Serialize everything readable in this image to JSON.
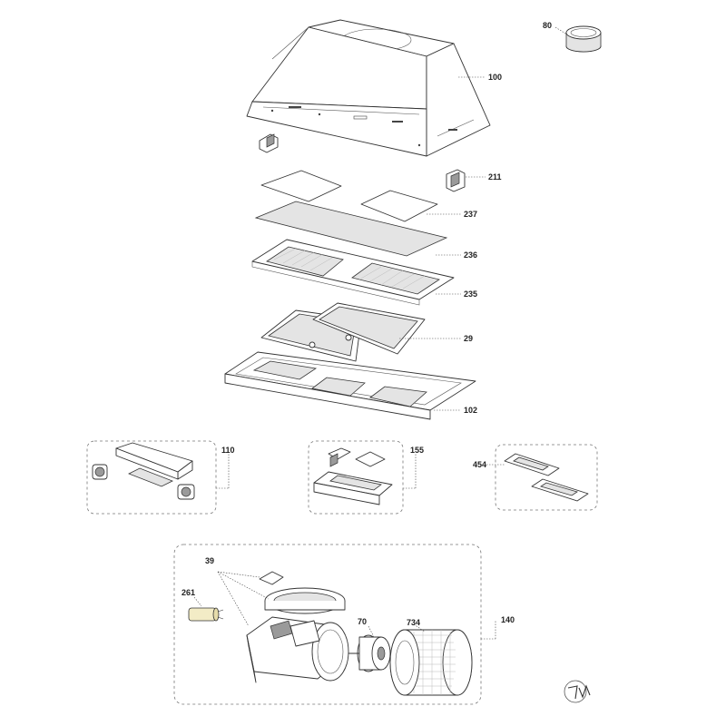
{
  "labels": {
    "p80": "80",
    "p100": "100",
    "p211": "211",
    "p237": "237",
    "p236": "236",
    "p235": "235",
    "p29": "29",
    "p102": "102",
    "p110": "110",
    "p155": "155",
    "p454": "454",
    "p39": "39",
    "p261": "261",
    "p70": "70",
    "p734": "734",
    "p140": "140"
  },
  "colors": {
    "line": "#333333",
    "filter_grey": "#d8d8d8",
    "capacitor": "#f3ecc6"
  }
}
